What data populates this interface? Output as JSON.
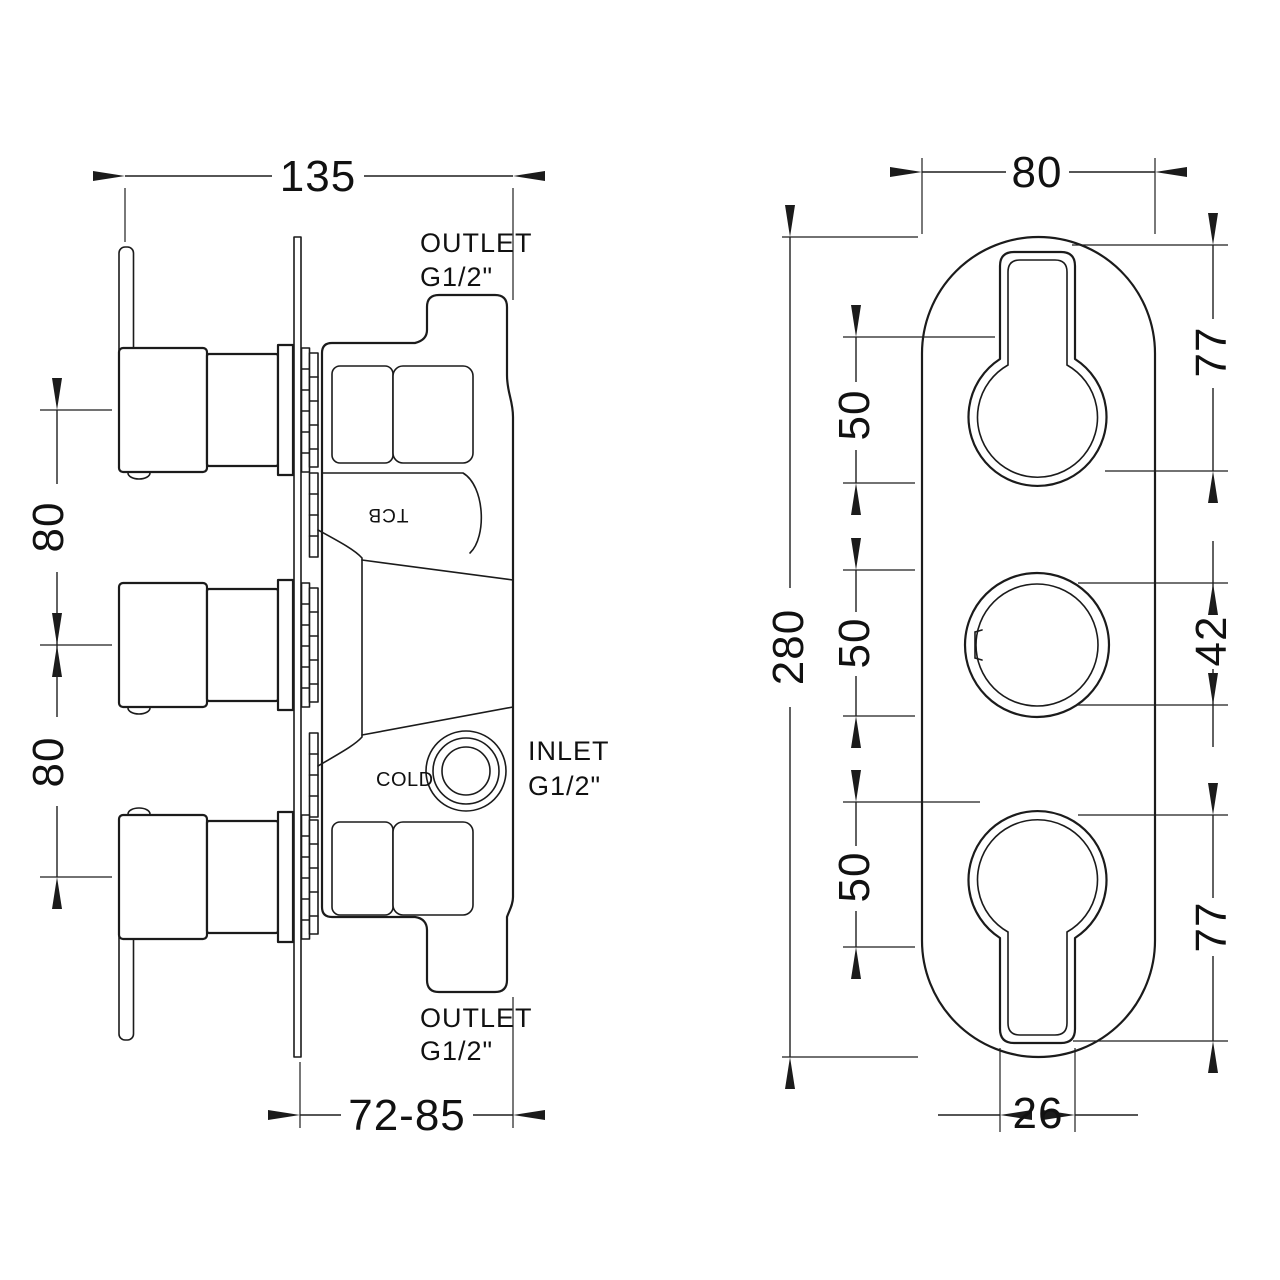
{
  "drawing": {
    "type": "technical-dimension-drawing",
    "subject": "triple concealed thermostatic shower valve",
    "colors": {
      "line": "#1b1b1b",
      "background": "#ffffff"
    }
  },
  "side_view": {
    "dims": {
      "overall_width": "135",
      "handle_spacing_top": "80",
      "handle_spacing_bottom": "80",
      "depth_range": "72-85"
    },
    "labels": {
      "outlet_top": "OUTLET",
      "outlet_top_size": "G1/2\"",
      "outlet_bottom": "OUTLET",
      "outlet_bottom_size": "G1/2\"",
      "inlet": "INLET",
      "inlet_size": "G1/2\"",
      "cold": "COLD",
      "body_marking": "TCB"
    }
  },
  "front_view": {
    "dims": {
      "plate_width": "80",
      "plate_height": "280",
      "hole_spacing_top": "50",
      "hole_spacing_middle": "50",
      "hole_spacing_bottom": "50",
      "keyhole_top_height": "77",
      "hole_diameter": "42",
      "keyhole_bottom_height": "77",
      "slot_width": "26"
    }
  }
}
